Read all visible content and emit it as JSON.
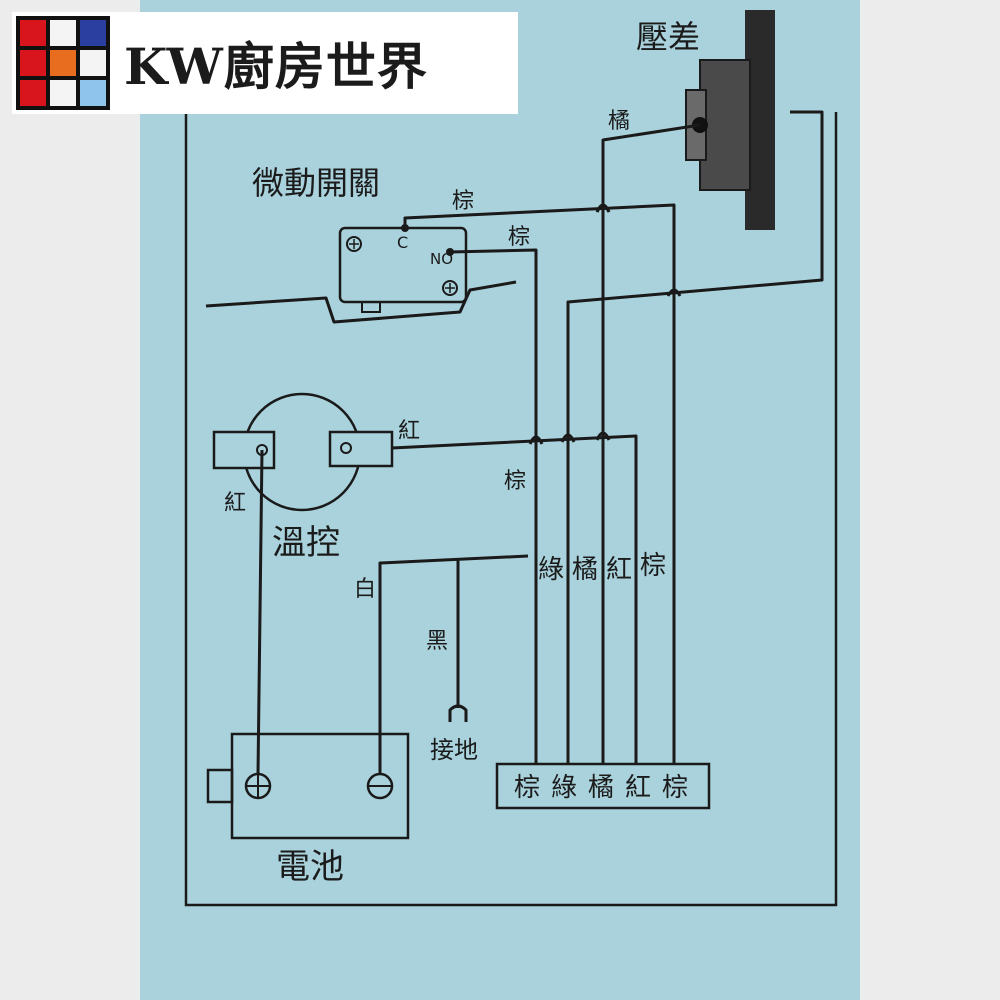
{
  "brand": {
    "logo_text": "KW廚房世界",
    "logo_colors": [
      "#d8141c",
      "#f4f4f4",
      "#2b3fa0",
      "#d8141c",
      "#e86d1f",
      "#f4f4f4",
      "#d8141c",
      "#f4f4f4",
      "#8fc4ec"
    ]
  },
  "diagram": {
    "components": {
      "pressure_switch": "壓差",
      "micro_switch": "微動開關",
      "micro_c": "C",
      "micro_no": "NO",
      "thermostat": "溫控",
      "battery": "電池",
      "ground": "接地"
    },
    "wire_labels": {
      "orange_top": "橘",
      "brown_top": "棕",
      "brown_no": "棕",
      "red_thermostat_right": "紅",
      "red_thermostat_left": "紅",
      "brown_middle": "棕",
      "white": "白",
      "black": "黑"
    },
    "bundle_labels": [
      "綠",
      "橘",
      "紅",
      "棕"
    ],
    "terminal_block": [
      "棕",
      "綠",
      "橘",
      "紅",
      "棕"
    ]
  },
  "colors": {
    "paper": "#a9d2dc",
    "ink": "#1a1a1a"
  }
}
